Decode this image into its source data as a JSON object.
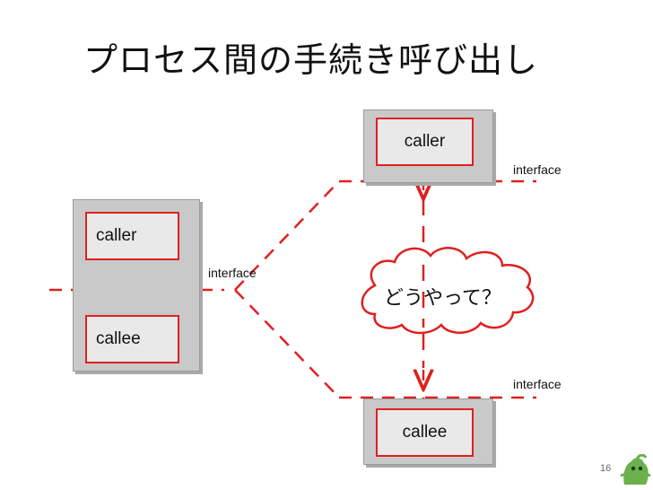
{
  "title": "プロセス間の手続き呼び出し",
  "left_group": {
    "caller_label": "caller",
    "callee_label": "callee",
    "interface_label": "interface"
  },
  "top_group": {
    "caller_label": "caller",
    "interface_label": "interface"
  },
  "bottom_group": {
    "callee_label": "callee",
    "interface_label": "interface"
  },
  "cloud": {
    "text": "どうやって？"
  },
  "page_number": "16",
  "colors": {
    "line": "#e02020",
    "box_outer": "#c9c9c9",
    "box_inner": "#e9e9e9",
    "mascot": "#6ab04c"
  },
  "icons": [
    "mascot-icon"
  ]
}
